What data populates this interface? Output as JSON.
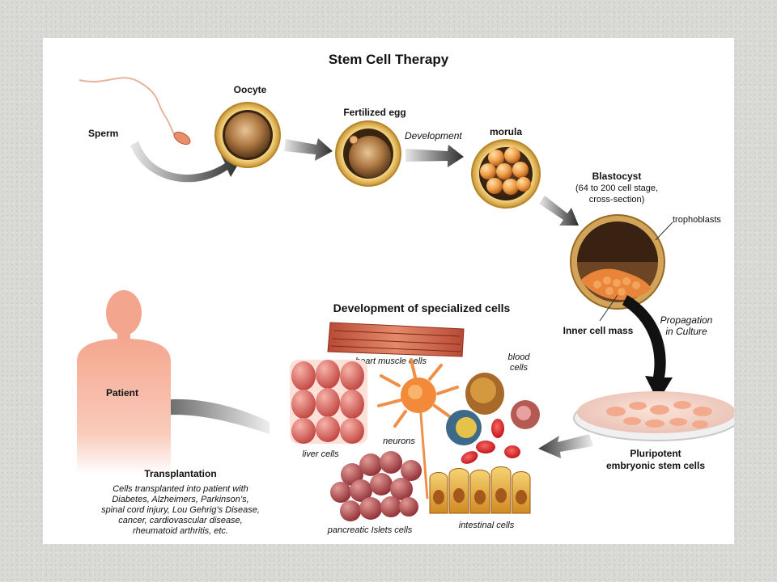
{
  "title": "Stem Cell Therapy",
  "stages": {
    "sperm": "Sperm",
    "oocyte": "Oocyte",
    "fertilized_egg": "Fertilized egg",
    "development": "Development",
    "morula": "morula",
    "blastocyst": "Blastocyst",
    "blastocyst_note_1": "(64 to 200 cell stage,",
    "blastocyst_note_2": "cross-section)",
    "trophoblasts": "trophoblasts",
    "inner_cell_mass": "Inner cell mass",
    "propagation_1": "Propagation",
    "propagation_2": "in Culture",
    "pluripotent_1": "Pluripotent",
    "pluripotent_2": "embryonic stem cells"
  },
  "specialized": {
    "heading": "Development of specialized cells",
    "heart": "heart muscle cells",
    "blood_1": "blood",
    "blood_2": "cells",
    "liver": "liver cells",
    "neurons": "neurons",
    "pancreatic": "pancreatic Islets cells",
    "intestinal": "intestinal cells"
  },
  "patient": {
    "label": "Patient",
    "transplant_heading": "Transplantation",
    "lines": [
      "Cells transplanted into patient with",
      "Diabetes, Alzheimers, Parkinson’s,",
      "spinal cord injury, Lou Gehrig’s Disease,",
      "cancer, cardiovascular disease,",
      "rheumatoid arthritis, etc."
    ]
  },
  "colors": {
    "arrow": "#3a3a3a",
    "cell_orange": "#e8944a",
    "shell_gold": "#d8a548",
    "liver_red": "#c94a4a",
    "blood_red": "#d8232a",
    "patient_skin": "#f6b9a5"
  }
}
